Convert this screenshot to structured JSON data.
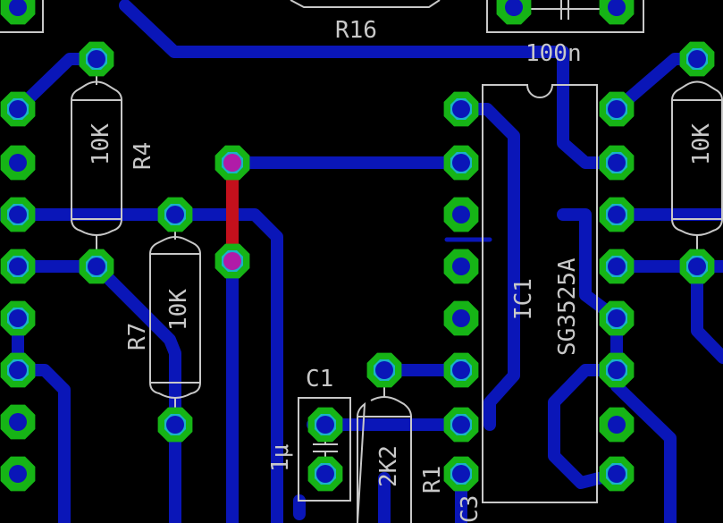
{
  "colors": {
    "background": "#000000",
    "bottom_trace": "#0a16b8",
    "top_trace": "#c4101c",
    "pad_ring": "#16b416",
    "pad_ring_overlap": "#1ab2c8",
    "via": "#b01ca8",
    "silkscreen": "#c8c8c8"
  },
  "labels": {
    "r16": "R16",
    "c_100n": "100n",
    "r4": "R4",
    "r4_value": "10K",
    "r7": "R7",
    "r7_value": "10K",
    "ic1": "IC1",
    "ic1_part": "SG3525A",
    "c1": "C1",
    "c1_value": "1μ",
    "r1": "R1",
    "r1_value": "2K2",
    "right_resistor_value": "10K",
    "c3_partial": "C3"
  }
}
